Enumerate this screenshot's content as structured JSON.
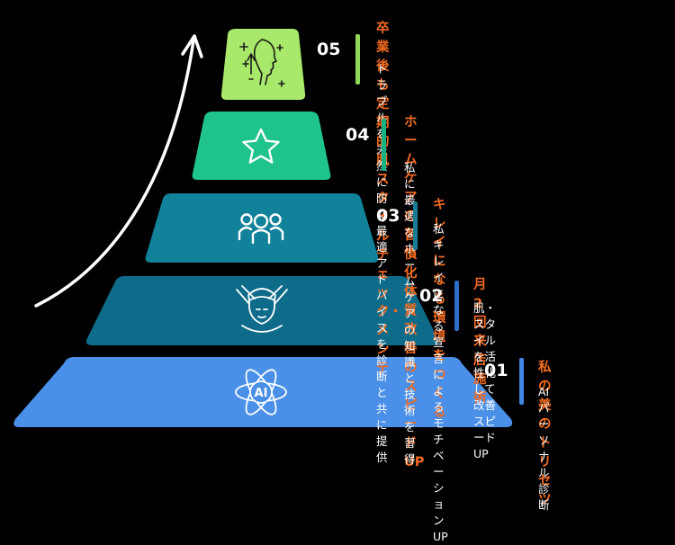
{
  "colors": {
    "background": "#000000",
    "accent_orange": "#f26b21",
    "arrow": "#ffffff",
    "layer_1": "#4a8fe8",
    "layer_2": "#0e6c8a",
    "layer_3": "#12829a",
    "layer_4": "#1fc38d",
    "layer_5": "#a8e86a"
  },
  "steps": [
    {
      "number": "01",
      "title": "私の美のトリセツ",
      "description": "AIパーソナル診断",
      "icon": "ai-atom-icon",
      "bar_color": "#3f86e6"
    },
    {
      "number": "02",
      "title": "月2回来店施術",
      "description": "肌・スタイルを活性化して改善\nスピードUP",
      "icon": "face-towel-icon",
      "bar_color": "#2b6fc9"
    },
    {
      "number": "03",
      "title": "キレイになる環境をつくる",
      "description": "私キレイになる宣言によるモチベ\nーションUP",
      "icon": "people-group-icon",
      "bar_color": "#1a7d96"
    },
    {
      "number": "04",
      "title": "ホームケアの習慣化\n体質改善のスピードUP",
      "description": "私に最適なホームケアの知識と技術を習得",
      "icon": "star-icon",
      "bar_color": "#15b284"
    },
    {
      "number": "05",
      "title": "卒業後も定期的 肌スタイル\nチェック・メンテ",
      "description": "トラブルを未然に防ぐ最適アドバイスを\n診断と共に提供",
      "icon": "face-sparkle-icon",
      "bar_color": "#8fd85a"
    }
  ],
  "ai_label": "AI"
}
